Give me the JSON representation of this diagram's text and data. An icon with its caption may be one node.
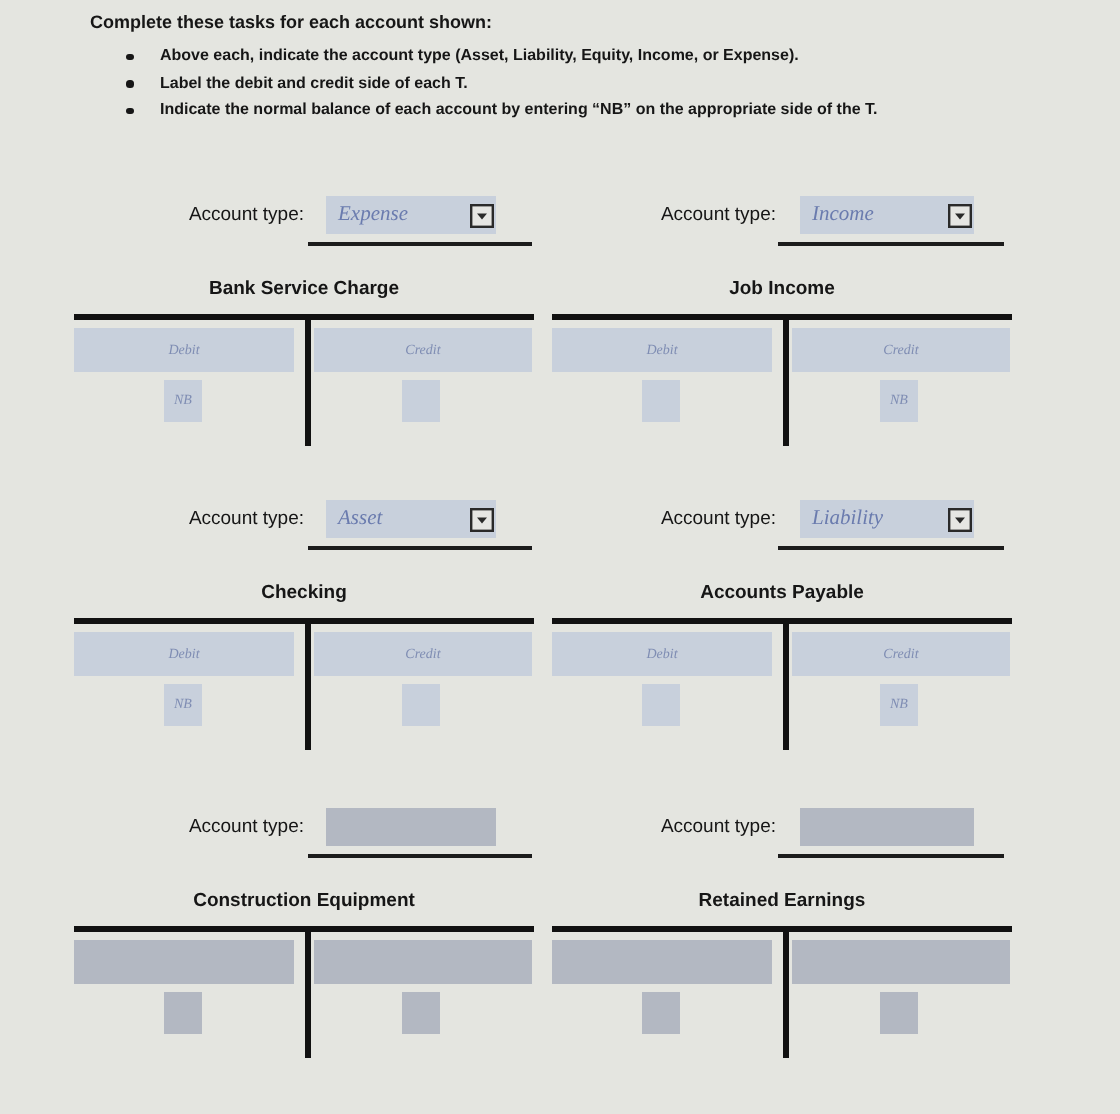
{
  "diagram": {
    "title": "Complete these tasks for each account shown:",
    "nodes": [
      {
        "text": [
          "Expense"
        ],
        "beside": [
          "Account type:"
        ]
      },
      {
        "text": [
          "Income"
        ],
        "beside": [
          "Account type:"
        ]
      },
      {
        "text": [
          "Bank Service Charge"
        ]
      },
      {
        "text": [
          "Debit"
        ],
        "in": 2
      },
      {
        "text": [
          "Credit"
        ],
        "in": 2
      },
      {
        "text": [
          "NB"
        ],
        "in": 2
      },
      {
        "text": [],
        "shape": "box",
        "in": 2
      },
      {
        "text": [
          "Job Income"
        ]
      },
      {
        "text": [
          "Debit"
        ],
        "in": 7
      },
      {
        "text": [
          "Credit"
        ],
        "in": 7
      },
      {
        "text": [],
        "shape": "box",
        "in": 7
      },
      {
        "text": [
          "NB"
        ],
        "in": 7
      },
      {
        "text": [
          "Asset"
        ],
        "beside": [
          "Account type:"
        ]
      },
      {
        "text": [
          "Liability"
        ],
        "beside": [
          "Account type:"
        ]
      },
      {
        "text": [
          "Checking"
        ]
      },
      {
        "text": [
          "Debit"
        ],
        "in": 14
      },
      {
        "text": [
          "Credit"
        ],
        "in": 14
      },
      {
        "text": [
          "NB"
        ],
        "in": 14
      },
      {
        "text": [],
        "shape": "box",
        "in": 14
      },
      {
        "text": [
          "Accounts Payable"
        ]
      },
      {
        "text": [
          "Debit"
        ],
        "in": 19
      },
      {
        "text": [
          "Credit"
        ],
        "in": 19
      },
      {
        "text": [],
        "shape": "box",
        "in": 19
      },
      {
        "text": [
          "NB"
        ],
        "in": 19
      },
      {
        "text": [],
        "shape": "box",
        "beside": [
          "Account type:"
        ]
      },
      {
        "text": [],
        "shape": "box",
        "beside": [
          "Account type:"
        ]
      },
      {
        "text": [
          "Construction Equipment"
        ]
      },
      {
        "text": [],
        "shape": "box",
        "in": 26
      },
      {
        "text": [],
        "shape": "box",
        "in": 26
      },
      {
        "text": [],
        "shape": "box",
        "in": 26
      },
      {
        "text": [],
        "shape": "box",
        "in": 26
      },
      {
        "text": [
          "Retained Earnings"
        ]
      },
      {
        "text": [],
        "shape": "box",
        "in": 31
      },
      {
        "text": [],
        "shape": "box",
        "in": 31
      },
      {
        "text": [],
        "shape": "box",
        "in": 31
      },
      {
        "text": [],
        "shape": "box",
        "in": 31
      }
    ],
    "labels": [
      "Above each, indicate the account type (Asset, Liability, Equity, Income, or Expense).",
      "Label the debit and credit side of each T.",
      "Indicate the normal balance of each account by entering “NB” on the appropriate side of the T."
    ]
  }
}
